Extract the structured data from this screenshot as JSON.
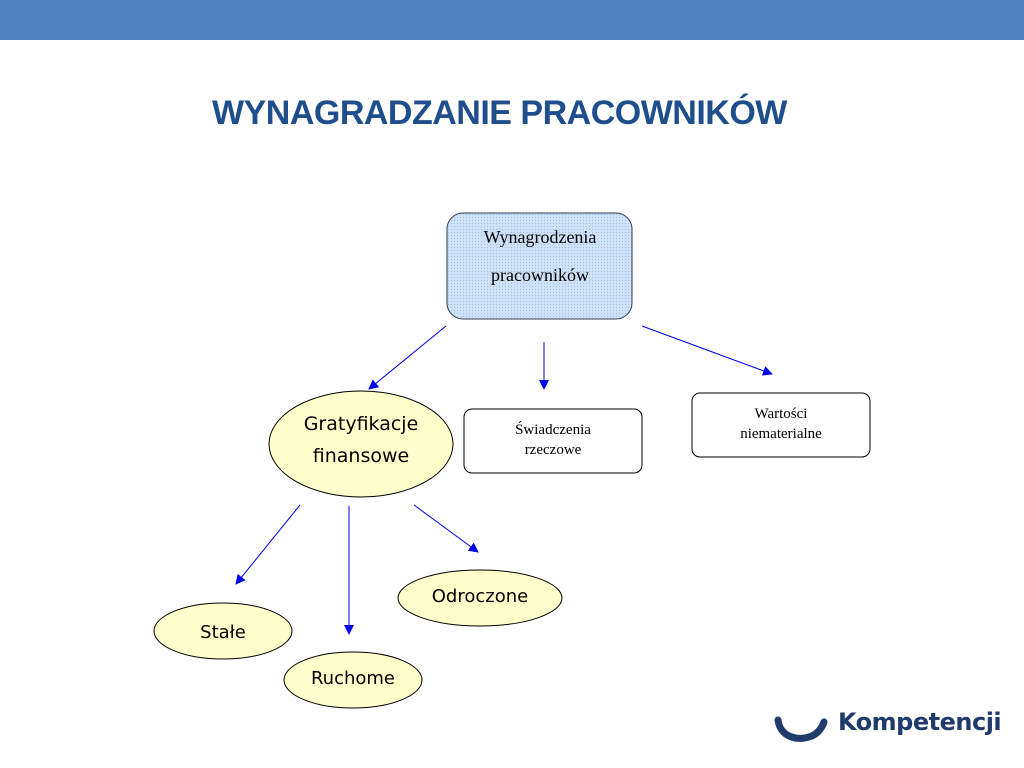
{
  "slide": {
    "title": "WYNAGRADZANIE PRACOWNIKÓW"
  },
  "diagram": {
    "root": {
      "line1": "Wynagrodzenia",
      "line2": "pracowników"
    },
    "gratyfikacje": {
      "line1": "Gratyfikacje",
      "line2": "finansowe"
    },
    "swiadczenia": {
      "line1": "Świadczenia",
      "line2": "rzeczowe"
    },
    "wartosci": {
      "line1": "Wartości",
      "line2": "niematerialne"
    },
    "stale": "Stałe",
    "ruchome": "Ruchome",
    "odroczone": "Odroczone"
  },
  "logo": {
    "text": "Kompetencji"
  },
  "colors": {
    "top_bar": "#4f81bd",
    "title": "#1f4e8c",
    "root_fill": "#cfe2f7",
    "ellipse_fill": "#ffffcc",
    "arrow": "#0000ee",
    "logo": "#1f3a6b"
  }
}
